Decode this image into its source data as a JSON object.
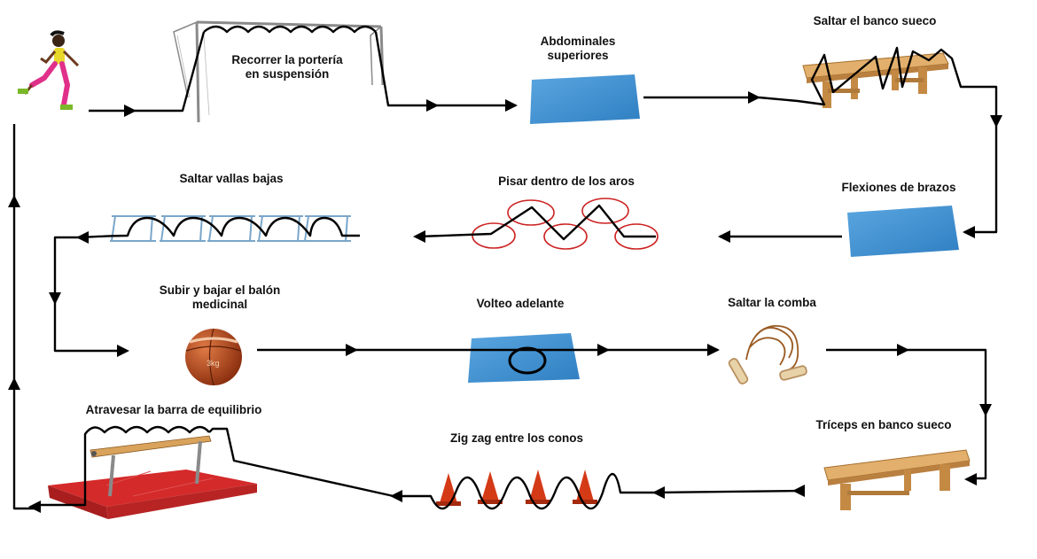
{
  "stations": {
    "porteria": "Recorrer la portería\nen suspensión",
    "abdominales": "Abdominales\nsuperiores",
    "banco": "Saltar el banco sueco",
    "flexiones": "Flexiones de brazos",
    "aros": "Pisar dentro de los aros",
    "vallas": "Saltar vallas bajas",
    "balon": "Subir y bajar el balón\nmedicinal",
    "volteo": "Volteo adelante",
    "comba": "Saltar la comba",
    "triceps": "Tríceps en banco sueco",
    "conos": "Zig zag entre los conos",
    "barra": "Atravesar la barra de equilibrio"
  },
  "ball_mark": "3kg",
  "colors": {
    "path": "#000000",
    "mat": "#3b8fd0",
    "hoop": "#cc2222",
    "cone": "#d43a16",
    "bench": "#d9a35c",
    "balance_mat": "#d42a2a",
    "ball": "#b9471a"
  },
  "icons": [
    "runner-icon",
    "goal-icon",
    "mat-icon",
    "bench-icon",
    "hoop-icon",
    "hurdle-icon",
    "medicine-ball-icon",
    "jump-rope-icon",
    "cone-icon",
    "balance-beam-icon"
  ]
}
